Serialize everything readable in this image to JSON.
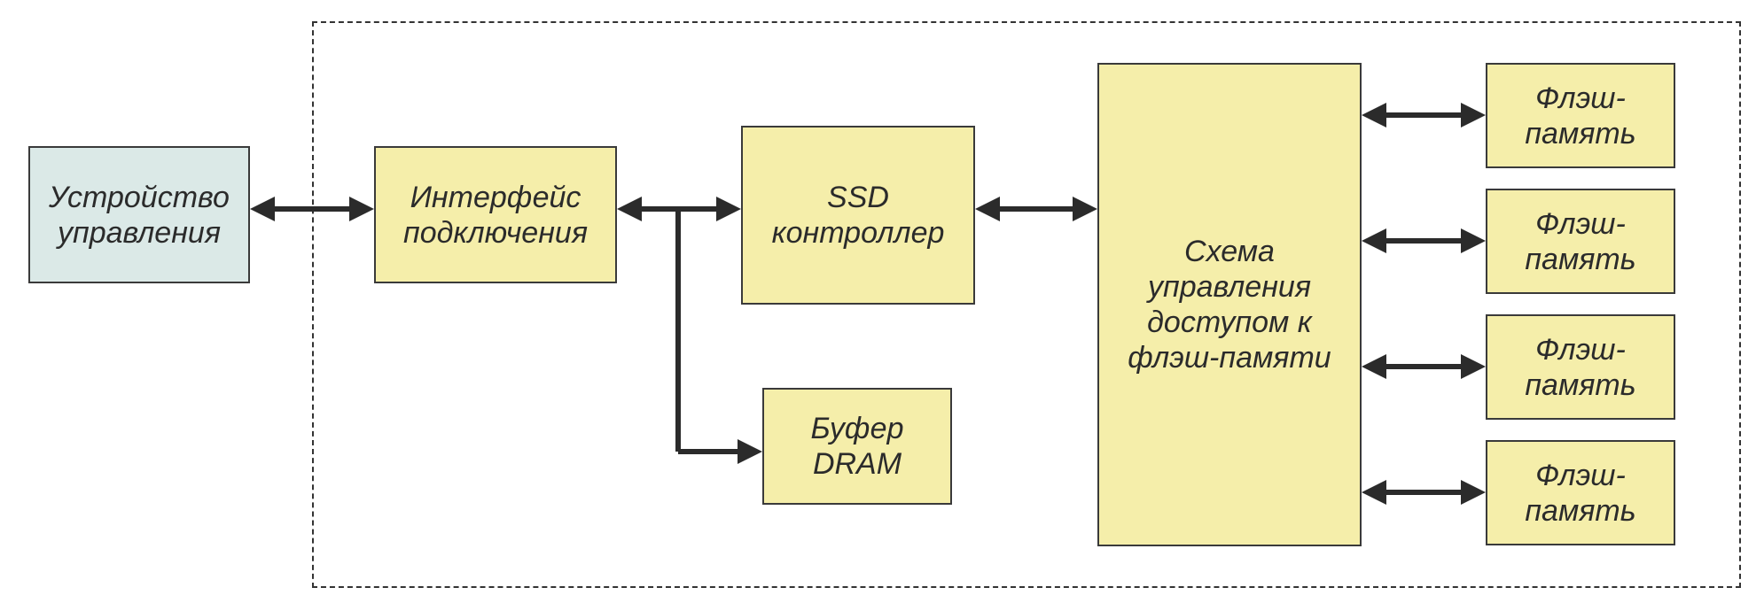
{
  "diagram": {
    "host": "Устройство\nуправления",
    "interface": "Интерфейс\nподключения",
    "controller": "SSD\nконтроллер",
    "buffer": "Буфер\nDRAM",
    "access": "Схема\nуправления\nдоступом к\nфлэш-памяти",
    "flash": [
      "Флэш-\nпамять",
      "Флэш-\nпамять",
      "Флэш-\nпамять",
      "Флэш-\nпамять"
    ]
  }
}
